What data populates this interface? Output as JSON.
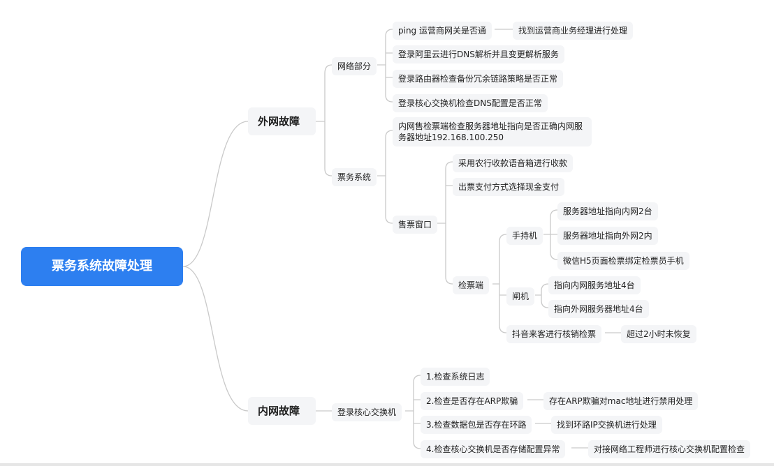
{
  "root": "票务系统故障处理",
  "external": {
    "title": "外网故障",
    "network": {
      "title": "网络部分",
      "items": [
        "ping 运营商网关是否通",
        "登录阿里云进行DNS解析并且变更解析服务",
        "登录路由器检查备份冗余链路策略是否正常",
        "登录核心交换机检查DNS配置是否正常"
      ],
      "ping_action": "找到运营商业务经理进行处理"
    },
    "ticketing": {
      "title": "票务系统",
      "server_check": "内网售检票端检查服务器地址指向是否正确内网服务器地址192.168.100.250",
      "window": {
        "title": "售票窗口",
        "items": [
          "采用农行收款语音箱进行收款",
          "出票支付方式选择现金支付"
        ],
        "checkpoint": {
          "title": "检票端",
          "handheld": {
            "title": "手持机",
            "items": [
              "服务器地址指向内网2台",
              "服务器地址指向外网2内",
              "微信H5页面检票绑定检票员手机"
            ]
          },
          "gate": {
            "title": "闸机",
            "items": [
              "指向内网服务地址4台",
              "指向外网服务器地址4台"
            ]
          },
          "douyin": {
            "title": "抖音来客进行核销检票",
            "result": "超过2小时未恢复"
          }
        }
      }
    }
  },
  "internal": {
    "title": "内网故障",
    "switch": {
      "title": "登录核心交换机",
      "steps": [
        {
          "label": "1.检查系统日志",
          "action": ""
        },
        {
          "label": "2.检查是否存在ARP欺骗",
          "action": "存在ARP欺骗对mac地址进行禁用处理"
        },
        {
          "label": "3.检查数据包是否存在环路",
          "action": "找到环路IP交换机进行处理"
        },
        {
          "label": "4.检查核心交换机是否存储配置异常",
          "action": "对接网络工程师进行核心交换机配置检查"
        }
      ]
    }
  }
}
